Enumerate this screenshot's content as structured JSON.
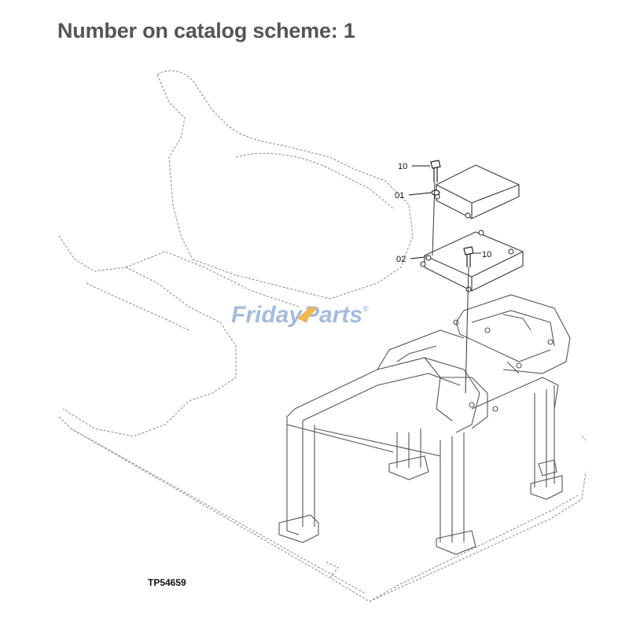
{
  "header": {
    "title": "Number on catalog scheme: 1"
  },
  "callouts": {
    "bolt_top": "10",
    "washer_top": "01",
    "bracket": "02",
    "bolt_mid": "10"
  },
  "drawing_code": "TP54659",
  "watermark": {
    "part1": "Friday",
    "part2": "Parts",
    "mark": "®",
    "color1": "#9db3d8",
    "color2": "#f0b040"
  }
}
